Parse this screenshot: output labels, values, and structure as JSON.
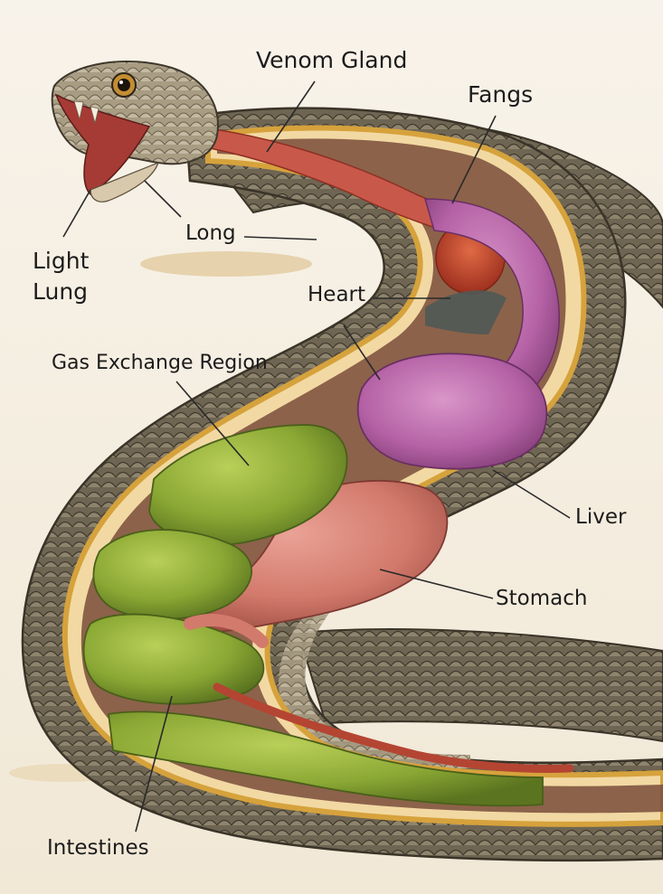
{
  "labels": {
    "venom_gland": "Venom Gland",
    "fangs": "Fangs",
    "long": "Long",
    "light_lung": "Light\nLung",
    "heart": "Heart",
    "gas_exchange_region": "Gas Exchange Region",
    "liver": "Liver",
    "stomach": "Stomach",
    "intestines": "Intestines"
  },
  "colors": {
    "paper": "#f6efe2",
    "scales_dark": "#5f5646",
    "scales_light": "#b9ad93",
    "fat_band": "#e0b24f",
    "green_organ": "#8fb23a",
    "pink_organ": "#d9857a",
    "purple_organ": "#b55fa3",
    "red_organ": "#c4452f",
    "leader_line": "#2a2a2a"
  }
}
